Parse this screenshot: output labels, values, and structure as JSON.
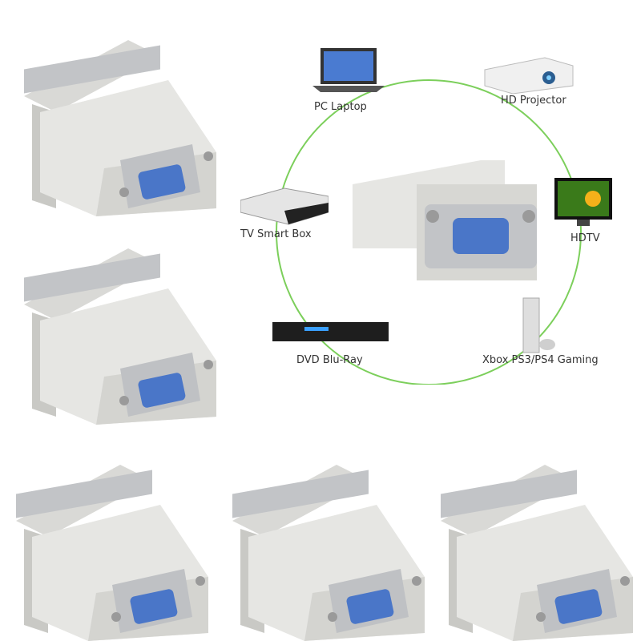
{
  "devices": {
    "pc_laptop": "PC Laptop",
    "hd_projector": "HD Projector",
    "tv_smart_box": "TV Smart Box",
    "hdtv": "HDTV",
    "dvd_bluray": "DVD Blu-Ray",
    "xbox_gaming": "Xbox PS3/PS4 Gaming"
  },
  "colors": {
    "adapter_body": "#e6e6e3",
    "adapter_shadow": "#c9c9c5",
    "metal": "#c2c4c7",
    "vga_port": "#4a76c8",
    "ring_line": "#7ccf5b"
  }
}
